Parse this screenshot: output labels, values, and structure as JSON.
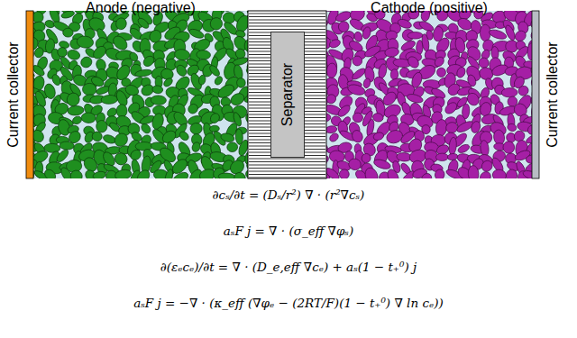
{
  "diagram": {
    "nodes": [
      {
        "text": [
          "Current collector"
        ]
      },
      {
        "text": [
          "Anode (negative)"
        ]
      },
      {
        "text": [
          "Separator"
        ]
      },
      {
        "text": [
          "Cathode (positive)"
        ]
      },
      {
        "text": [
          "Current collector"
        ]
      }
    ],
    "labels": [
      "∂cₛ/∂t = (Dₛ/r²) ∇ · (r²∇cₛ)",
      "aₛF j = ∇ · (σ_eff ∇φₛ)",
      "∂(εₑcₑ)/∂t = ∇ · (D_e,eff ∇cₑ) + aₛ(1 − t₊⁰) j",
      "aₛF j = −∇ · (κ_eff (∇φₑ − (2RT/F)(1 − t₊⁰) ∇ ln cₑ))"
    ]
  }
}
